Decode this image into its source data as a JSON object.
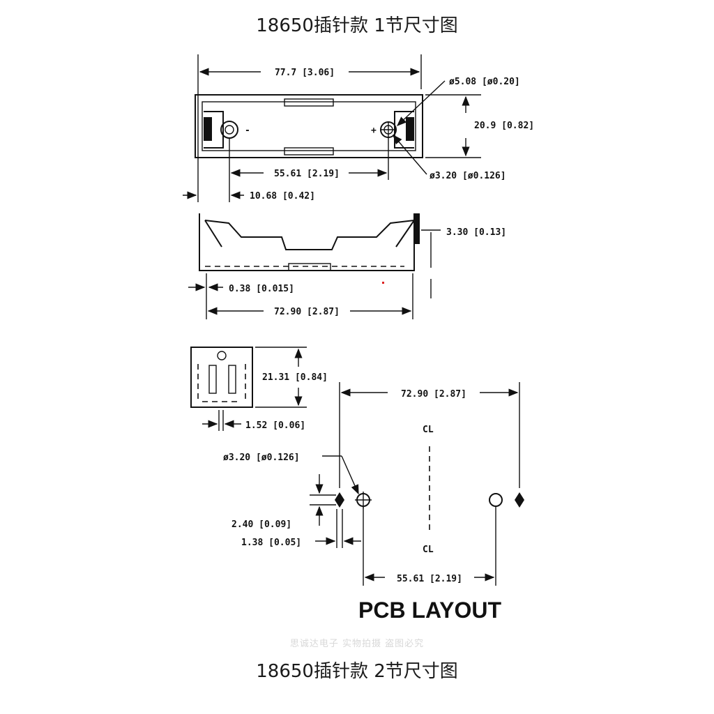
{
  "titles": {
    "top": "18650插针款 1节尺寸图",
    "bottom": "18650插针款 2节尺寸图"
  },
  "watermark": "思诚达电子 实物拍摄 盗图必究",
  "top_view": {
    "overall_length": "77.7 [3.06]",
    "hole_diameter_large": "ø5.08 [ø0.20]",
    "width": "20.9 [0.82]",
    "pin_spacing": "55.61 [2.19]",
    "hole_diameter_small": "ø3.20 [ø0.126]",
    "pin_offset": "10.68 [0.42]",
    "minus_sign": "-",
    "plus_sign": "+"
  },
  "side_view": {
    "height": "3.30 [0.13]",
    "thickness": "0.38 [0.015]",
    "base_length": "72.90 [2.87]"
  },
  "end_view": {
    "height": "21.31 [0.84]",
    "pin_width": "1.52 [0.06]"
  },
  "pcb_layout": {
    "title": "PCB LAYOUT",
    "span": "72.90 [2.87]",
    "hole": "ø3.20 [ø0.126]",
    "pad_height": "2.40 [0.09]",
    "pad_offset": "1.38 [0.05]",
    "pin_spacing": "55.61 [2.19]",
    "centerline_label": "CL"
  }
}
